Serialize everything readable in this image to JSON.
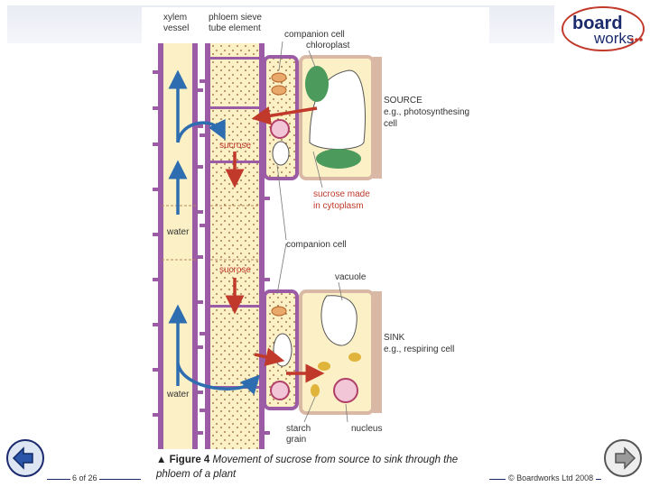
{
  "logo": {
    "line1": "board",
    "line2": "works"
  },
  "figure": {
    "labels": {
      "xylem": [
        "xylem",
        "vessel"
      ],
      "phloem": [
        "phloem sieve",
        "tube element"
      ],
      "companion_top": "companion cell",
      "chloroplast": "chloroplast",
      "source": [
        "SOURCE",
        "e.g., photosynthesing",
        "cell"
      ],
      "sucrose_top": "sucrose",
      "sucrose_made": [
        "sucrose made",
        "in cytoplasm"
      ],
      "water_top": "water",
      "companion_mid": "companion cell",
      "sucrose_mid": "sucrose",
      "vacuole": "vacuole",
      "sink": [
        "SINK",
        "e.g., respiring cell"
      ],
      "water_bottom": "water",
      "starch": [
        "starch",
        "grain"
      ],
      "nucleus": "nucleus"
    },
    "caption": {
      "figure_label": "▲ Figure 4",
      "text": "Movement of sucrose from source to sink through the phloem of a plant"
    },
    "colors": {
      "xylem_wall": "#9b5ba5",
      "cell_fill": "#fbf0c6",
      "cell_wall": "#d9b9a6",
      "chloroplast": "#4c9a5c",
      "arrow_red": "#c0392b",
      "arrow_blue": "#2d6db0"
    }
  },
  "footer": {
    "page": "6 of 26",
    "copyright": "© Boardworks Ltd 2008"
  },
  "nav": {
    "prev_icon": "arrow-left-icon",
    "next_icon": "arrow-right-icon"
  }
}
